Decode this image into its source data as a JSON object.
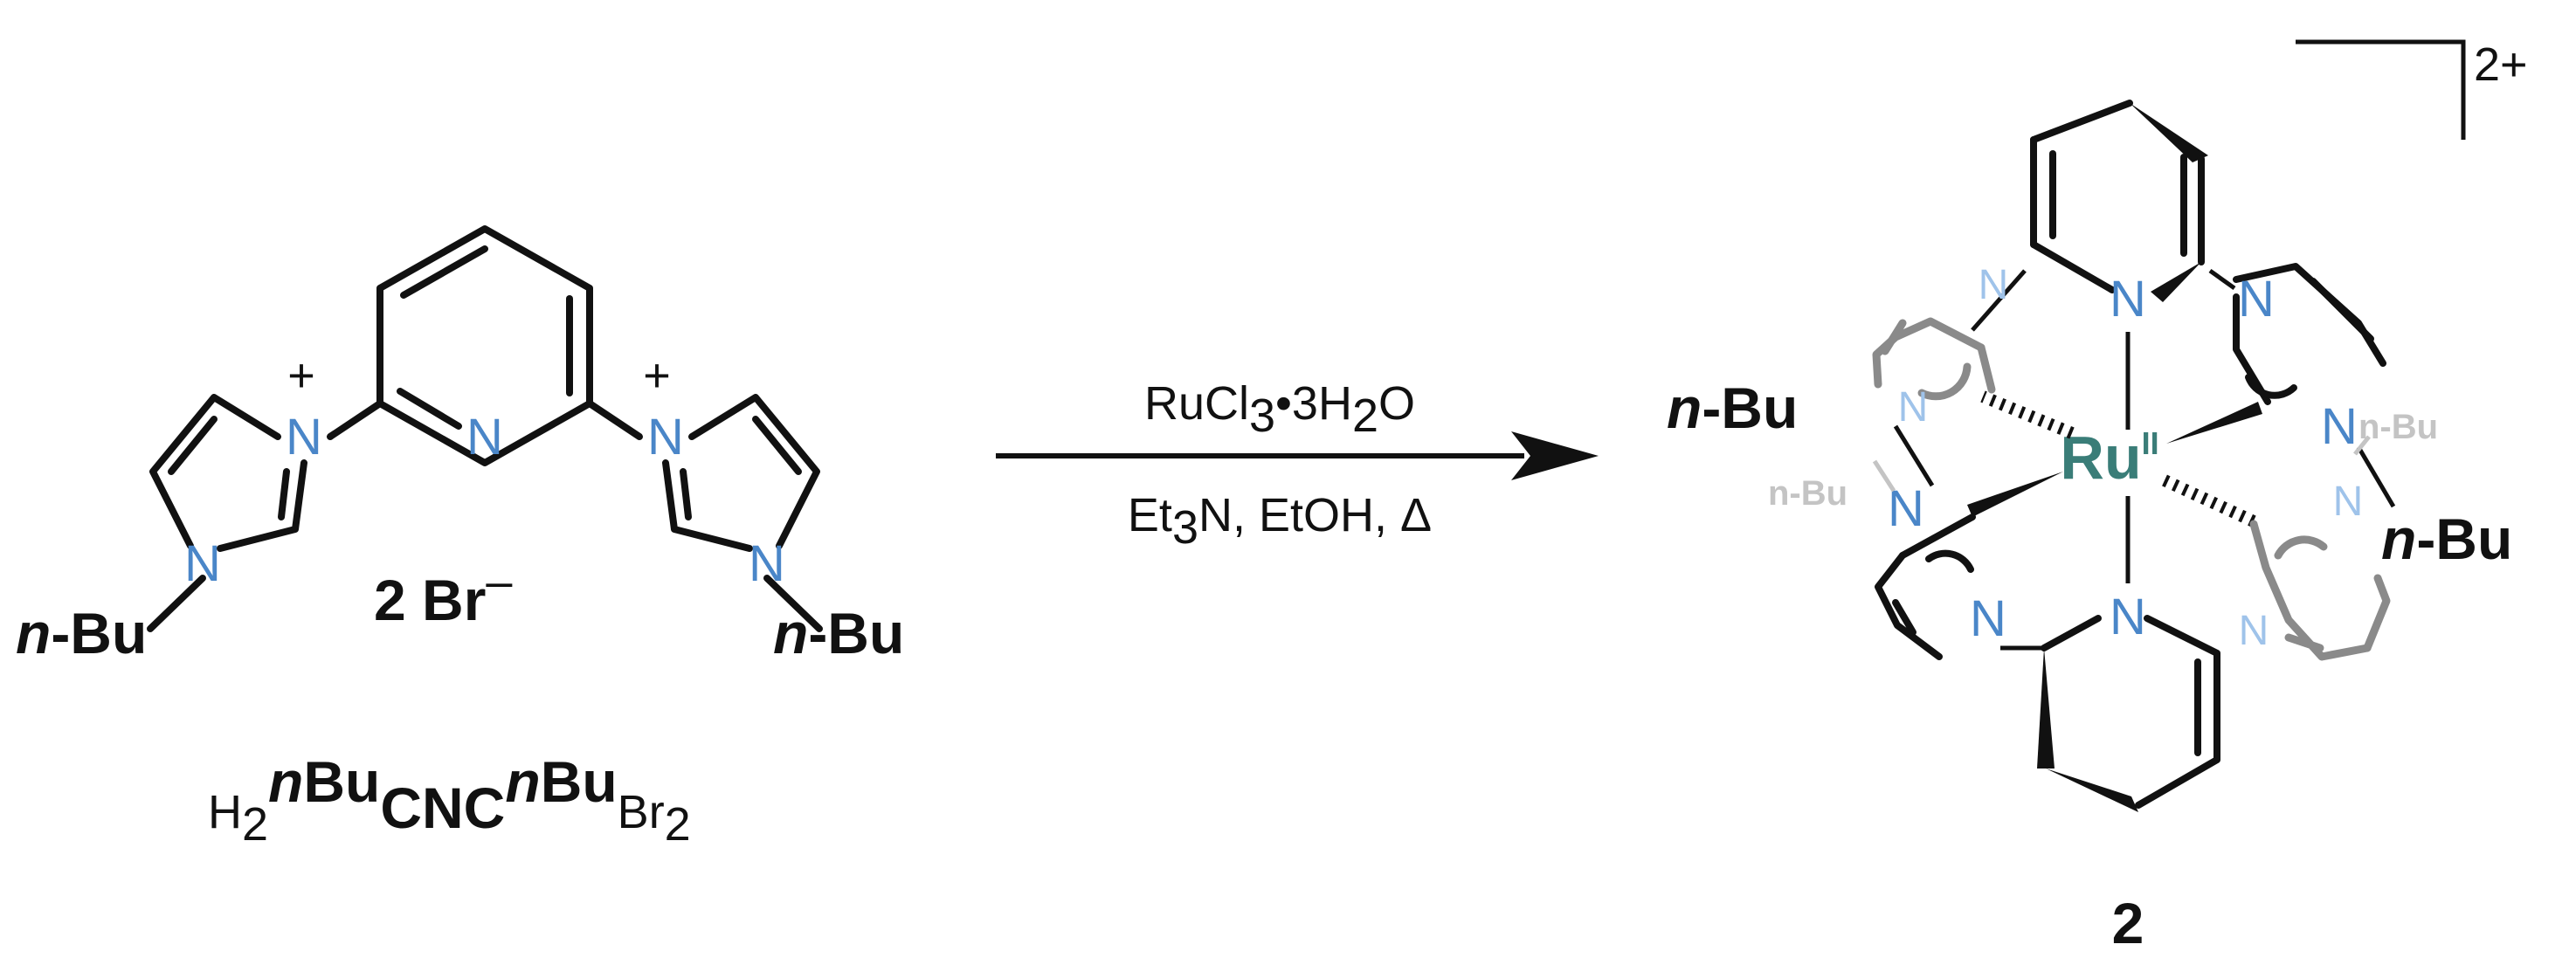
{
  "ligand": {
    "n_atoms": [
      "N",
      "N",
      "N",
      "N",
      "N"
    ],
    "plus": "+",
    "substituent": "n",
    "substituent_tail": "-Bu",
    "counterion": "2 Br",
    "counterion_charge": "–",
    "formula": {
      "h": "H",
      "h_sub": "2",
      "sup1": "n",
      "sup1_tail": "Bu",
      "core": "CNC",
      "sup2": "n",
      "sup2_tail": "Bu",
      "br": "Br",
      "br_sub": "2"
    }
  },
  "arrow": {
    "reagent_top_a": "RuCl",
    "reagent_top_sub": "3",
    "reagent_top_b": "•3H",
    "reagent_top_sub2": "2",
    "reagent_top_c": "O",
    "reagent_bottom_a": "Et",
    "reagent_bottom_sub": "3",
    "reagent_bottom_b": "N, EtOH, Δ"
  },
  "product": {
    "metal": "Ru",
    "oxidation_state": "II",
    "charge": "2+",
    "n_atom": "N",
    "substituent_bold": "n-Bu",
    "substituent_faded": "n-Bu",
    "compound_number": "2"
  },
  "colors": {
    "nitrogen": "#4a86c8",
    "nitrogen_faded": "#9fc3ea",
    "ruthenium": "#3a7d78",
    "bond": "#111111",
    "bond_back": "#8a8a8a",
    "substituent_faded": "#c4c4c4"
  }
}
